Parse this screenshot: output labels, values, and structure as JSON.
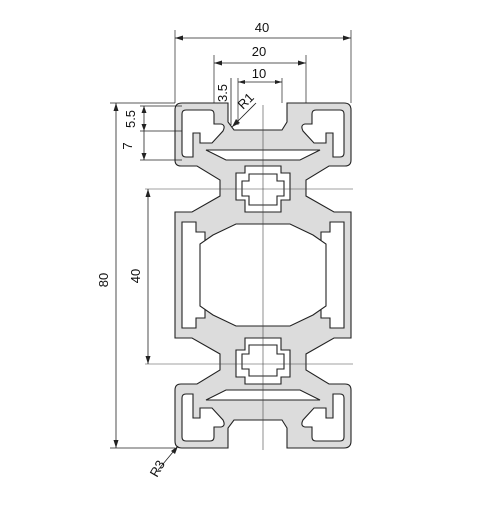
{
  "diagram": {
    "dimensions": {
      "width_40": "40",
      "slot_20": "20",
      "slot_10": "10",
      "depth_3_5": "3.5",
      "radius_r1": "R1",
      "depth_5_5": "5.5",
      "depth_7": "7",
      "height_40": "40",
      "height_80": "80",
      "radius_r3": "R3"
    }
  }
}
